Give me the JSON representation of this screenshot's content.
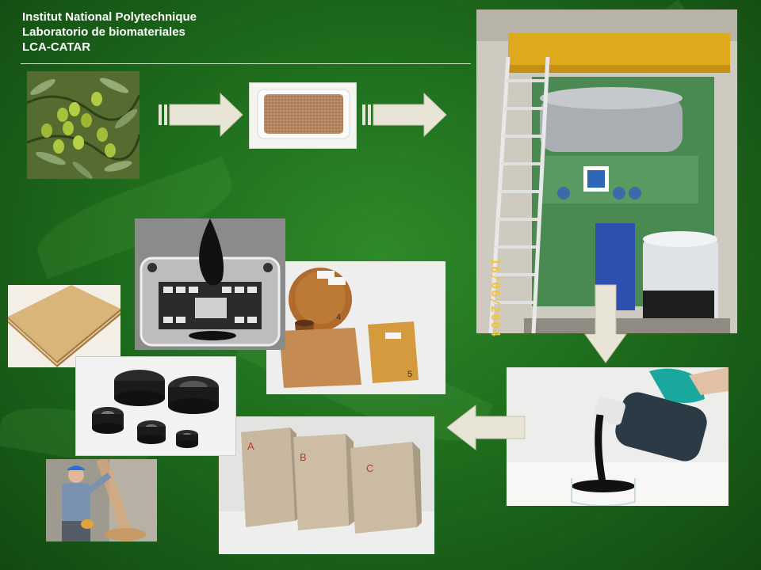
{
  "header": {
    "line1": "Institut National Polytechnique",
    "line2": "Laboratorio de biomateriales",
    "line3": "LCA-CATAR"
  },
  "photo_stamp": "16/06/2004",
  "block_labels": [
    "A",
    "B",
    "C"
  ],
  "plate_labels": [
    "4",
    "5"
  ],
  "colors": {
    "background": "#1f6e1d",
    "header_text": "#ffffff",
    "arrow_fill": "#e8e4d6",
    "date_stamp": "#f2c33a"
  }
}
